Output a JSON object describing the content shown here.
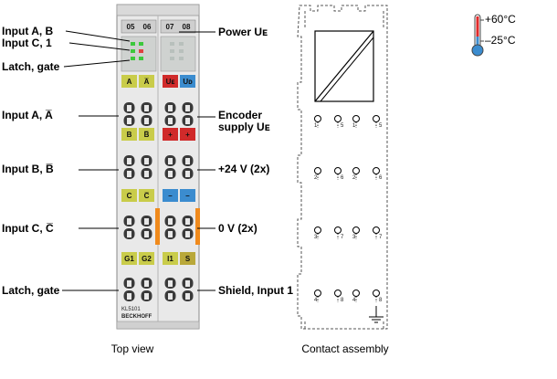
{
  "left_labels": [
    {
      "id": "input-ab",
      "text": "Input A, B"
    },
    {
      "id": "input-c1",
      "text": "Input C, 1"
    },
    {
      "id": "latch-gate-top",
      "text": "Latch, gate"
    },
    {
      "id": "input-a-abar",
      "text": "Input A, A̅"
    },
    {
      "id": "input-b-bbar",
      "text": "Input B, B̅"
    },
    {
      "id": "input-c-cbar",
      "text": "Input C, C̅"
    },
    {
      "id": "latch-gate-bottom",
      "text": "Latch, gate"
    }
  ],
  "right_labels": [
    {
      "id": "power-ue",
      "text": "Power Uᴇ"
    },
    {
      "id": "encoder-supply-1",
      "text": "Encoder"
    },
    {
      "id": "encoder-supply-2",
      "text": "supply Uᴇ"
    },
    {
      "id": "plus-24v",
      "text": "+24 V (2x)"
    },
    {
      "id": "zero-v",
      "text": "0 V (2x)"
    },
    {
      "id": "shield-input1",
      "text": "Shield, Input 1"
    }
  ],
  "terminal": {
    "led_headers": [
      "05",
      "06",
      "07",
      "08"
    ],
    "row1": [
      "A",
      "A̅",
      "Uᴇ",
      "Uᴅ"
    ],
    "row2": [
      "B",
      "B̅",
      "+",
      "+"
    ],
    "row3": [
      "C",
      "C̅",
      "–",
      "–"
    ],
    "row4": [
      "G1",
      "G2",
      "I1",
      "S"
    ],
    "model": "KL5101",
    "brand": "BECKHOFF"
  },
  "contacts": {
    "numbers_top": [
      "1",
      "5",
      "1",
      "5"
    ],
    "numbers_2": [
      "2",
      "6",
      "2",
      "6"
    ],
    "numbers_3": [
      "3",
      "7",
      "3",
      "7"
    ],
    "numbers_4": [
      "4",
      "8",
      "4",
      "8"
    ]
  },
  "thermometer": {
    "max": "+60°C",
    "min": "–25°C"
  },
  "captions": {
    "top_view": "Top view",
    "contact_assembly": "Contact assembly"
  },
  "colors": {
    "yellow": "#c9cc4a",
    "red": "#d02a2a",
    "blue": "#3b8ccf",
    "orange": "#f08a1c",
    "olive": "#b9a83a",
    "green_led": "#3cc83c"
  }
}
